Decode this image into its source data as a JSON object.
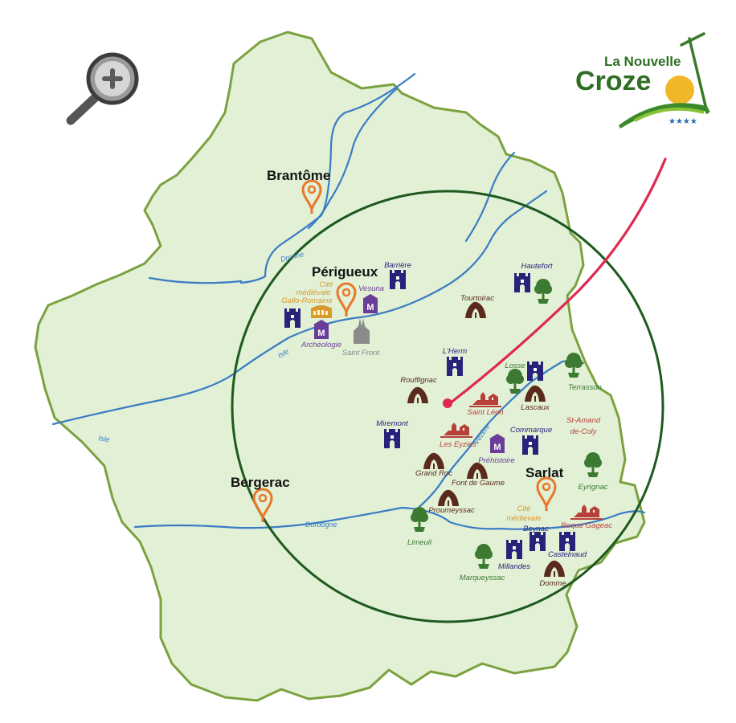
{
  "brand": {
    "line1": "La Nouvelle",
    "line2": "Croze",
    "stars": "★★★★"
  },
  "cities": {
    "brantome": "Brantôme",
    "perigueux": "Périgueux",
    "bergerac": "Bergerac",
    "sarlat": "Sarlat"
  },
  "rivers": {
    "dronne": "Dronne",
    "isle_upper": "Isle",
    "isle_lower": "Isle",
    "dordogne": "Dordogne",
    "vezere": "Vézère"
  },
  "castles": {
    "barriere": "Barrière",
    "hautefort": "Hautefort",
    "lherm": "L'Herm",
    "miremont": "Miremont",
    "losse": "Losse",
    "commarque": "Commarque",
    "beynac": "Beynac",
    "castelnaud": "Castelnaud",
    "millandes": "Millandes"
  },
  "caves": {
    "tourtoirac": "Tourtoirac",
    "rouffignac": "Rouffignac",
    "lascaux": "Lascaux",
    "grand_roc": "Grand Roc",
    "font_de_gaume": "Font de Gaume",
    "proumeyssac": "Proumeyssac",
    "domme": "Domme"
  },
  "villages": {
    "saint_leon": "Saint Léon",
    "les_eyzies": "Les Eyzies",
    "st_amand_1": "St-Amand",
    "st_amand_2": "de-Coly",
    "roque_gageac": "Roque Gageac"
  },
  "gardens": {
    "losse": "Losse",
    "terrasson": "Terrasson",
    "eyrignac": "Eyrignac",
    "limeuil": "Limeuil",
    "marqueyssac": "Marqueyssac"
  },
  "museums": {
    "vesuna": "Vesuna",
    "archeologie": "Archéologie",
    "prehistoire": "Préhistoire",
    "museum_letter": "M"
  },
  "monuments": {
    "cite_gallo_1": "Cité",
    "cite_gallo_2": "médiévale",
    "cite_gallo_3": "Gallo-Romaine",
    "saint_front": "Saint Front",
    "cite_sarlat_1": "Cité",
    "cite_sarlat_2": "médiévale"
  },
  "icons": {
    "zoom": "zoom-in-icon",
    "castle": "castle-icon",
    "cave": "cave-icon",
    "garden": "tree-icon",
    "village": "village-icon",
    "museum": "museum-icon",
    "pin": "location-pin-icon"
  },
  "colors": {
    "land": "#e2f0d6",
    "border": "#7ba23f",
    "river": "#3a7cc4",
    "circle": "#1e5a1e",
    "pointer": "#e0284f",
    "castle": "#27237a",
    "cave": "#5a2a1c",
    "garden": "#3c7a32",
    "village": "#b8403a",
    "museum": "#6a3e98",
    "pin": "#e8782a",
    "monument": "#d89a2a",
    "church": "#8a8a8a",
    "brand_green": "#3a7a2a"
  }
}
